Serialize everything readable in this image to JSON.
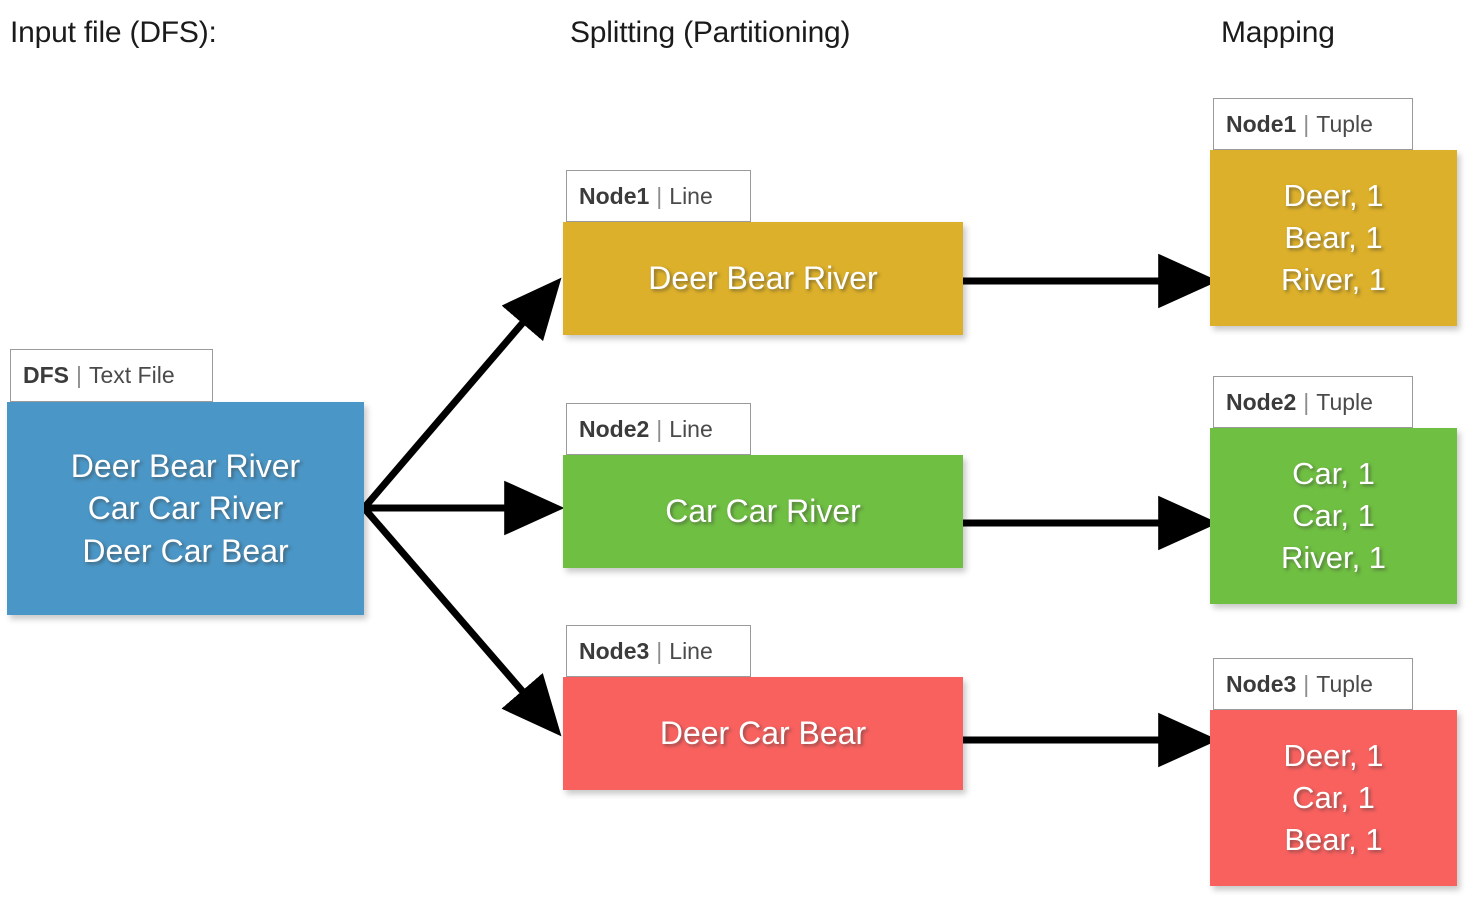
{
  "headers": {
    "input": "Input file (DFS):",
    "splitting": "Splitting (Partitioning)",
    "mapping": "Mapping"
  },
  "colors": {
    "blue": "#4a96c6",
    "yellow": "#dcb02a",
    "green": "#6fbf42",
    "red": "#f9615f",
    "arrow": "#000000",
    "tab_border": "#9a9a9a",
    "tab_background": "#ffffff",
    "text_on_box": "#ffffff",
    "header_text": "#1b1b1b"
  },
  "input_file": {
    "tab": {
      "name": "DFS",
      "separator": "|",
      "kind": "Text File"
    },
    "color": "#4a96c6",
    "lines": [
      "Deer Bear River",
      "Car Car River",
      "Deer Car Bear"
    ]
  },
  "splitting": [
    {
      "tab": {
        "name": "Node1",
        "separator": "|",
        "kind": "Line"
      },
      "color": "#dcb02a",
      "lines": [
        "Deer Bear River"
      ]
    },
    {
      "tab": {
        "name": "Node2",
        "separator": "|",
        "kind": "Line"
      },
      "color": "#6fbf42",
      "lines": [
        "Car Car River"
      ]
    },
    {
      "tab": {
        "name": "Node3",
        "separator": "|",
        "kind": "Line"
      },
      "color": "#f9615f",
      "lines": [
        "Deer Car Bear"
      ]
    }
  ],
  "mapping": [
    {
      "tab": {
        "name": "Node1",
        "separator": "|",
        "kind": "Tuple"
      },
      "color": "#dcb02a",
      "lines": [
        "Deer, 1",
        "Bear, 1",
        "River, 1"
      ]
    },
    {
      "tab": {
        "name": "Node2",
        "separator": "|",
        "kind": "Tuple"
      },
      "color": "#6fbf42",
      "lines": [
        "Car, 1",
        "Car, 1",
        "River, 1"
      ]
    },
    {
      "tab": {
        "name": "Node3",
        "separator": "|",
        "kind": "Tuple"
      },
      "color": "#f9615f",
      "lines": [
        "Deer, 1",
        "Car, 1",
        "Bear, 1"
      ]
    }
  ],
  "arrows": {
    "split_fanout_count": 3,
    "map_arrow_count": 3
  }
}
